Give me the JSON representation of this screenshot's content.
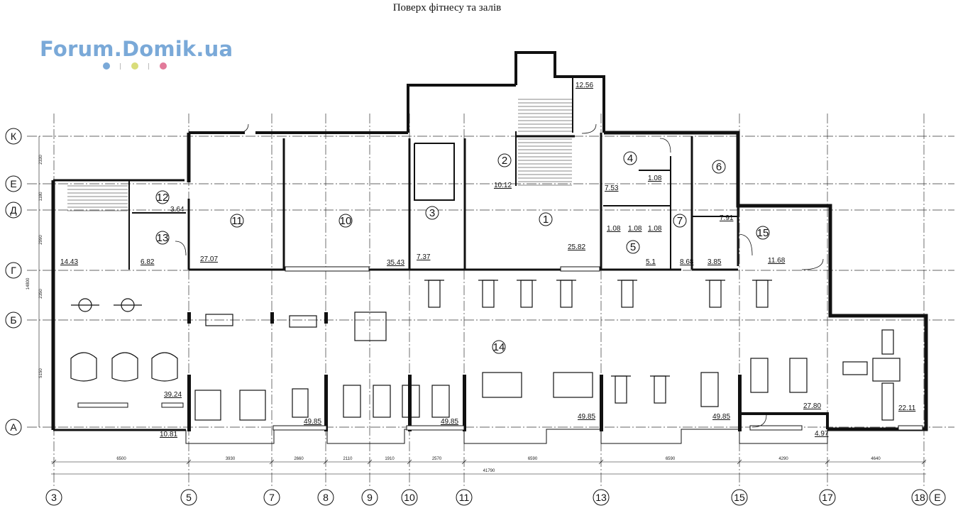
{
  "title": "Поверх фітнесу та залів",
  "logo": {
    "text": "Forum.Domik.ua",
    "dot_colors": [
      "#7aa9d8",
      "#d9dd7a",
      "#e27a9a"
    ]
  },
  "axes_horizontal": [
    "К",
    "Е",
    "Д",
    "Г",
    "Б",
    "А"
  ],
  "axes_vertical": [
    "3",
    "5",
    "7",
    "8",
    "9",
    "10",
    "11",
    "13",
    "15",
    "17",
    "18",
    "Е"
  ],
  "dims_bottom": [
    "6500",
    "3930",
    "2660",
    "2110",
    "1910",
    "2570",
    "6590",
    "6590",
    "4290",
    "4640"
  ],
  "dim_total": "41790",
  "dims_left": [
    "2330",
    "1180",
    "2990",
    "2350",
    "14800",
    "5150"
  ],
  "rooms": [
    "1",
    "2",
    "3",
    "4",
    "5",
    "6",
    "7",
    "10",
    "11",
    "12",
    "13",
    "14",
    "15"
  ],
  "areas": [
    "12.56",
    "10.12",
    "7.53",
    "1.08",
    "1.08",
    "1.08",
    "1.08",
    "3.64",
    "14.43",
    "6.82",
    "27.07",
    "35.43",
    "7.37",
    "25.82",
    "5.1",
    "8.68",
    "7.91",
    "3.85",
    "11.68",
    "39.24",
    "10.81",
    "49.85",
    "49.85",
    "49.85",
    "49.85",
    "27.80",
    "4.97",
    "22.11"
  ],
  "colors": {
    "line": "#111111",
    "grid": "#333333",
    "wall_hatch": "#222222"
  }
}
